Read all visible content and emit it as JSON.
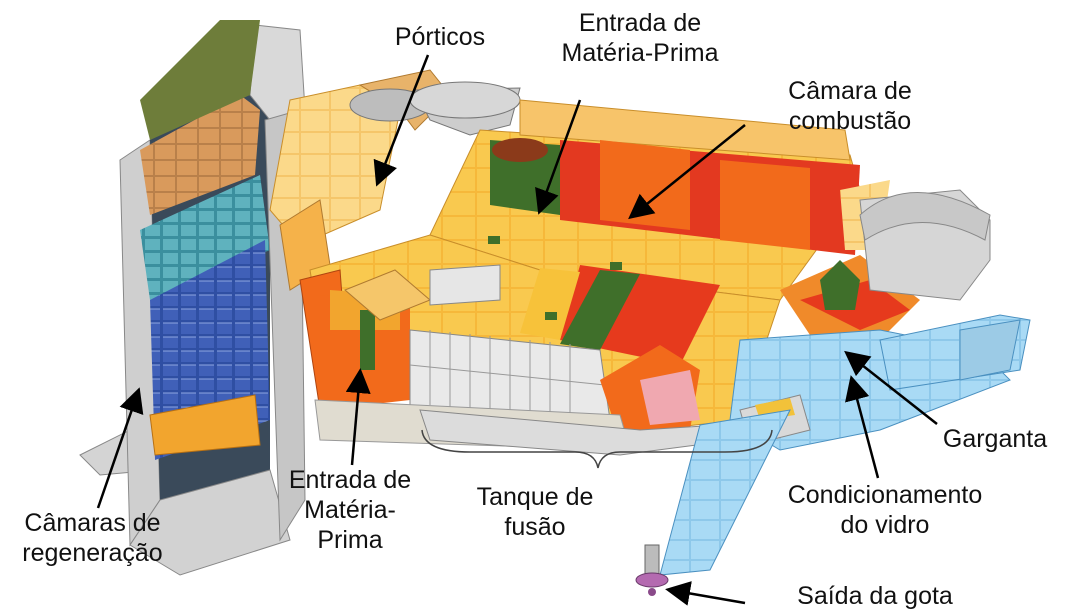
{
  "labels": {
    "porticos": "Pórticos",
    "entrada_topo": "Entrada de\nMatéria-Prima",
    "camara_combustao": "Câmara de\ncombustão",
    "garganta": "Garganta",
    "condicionamento": "Condicionamento\ndo vidro",
    "saida_gota": "Saída da gota",
    "tanque_fusao": "Tanque de\nfusão",
    "entrada_baixo": "Entrada de\nMatéria-\nPrima",
    "camaras_regeneracao": "Câmaras de\nregeneração"
  },
  "colors": {
    "orange": "#f26a1b",
    "red": "#e2231a",
    "yellow": "#f7c23a",
    "blue": "#2f4fa3",
    "light_blue": "#9fd3f0",
    "grey": "#d8d8d8",
    "green": "#3f6f2a"
  }
}
